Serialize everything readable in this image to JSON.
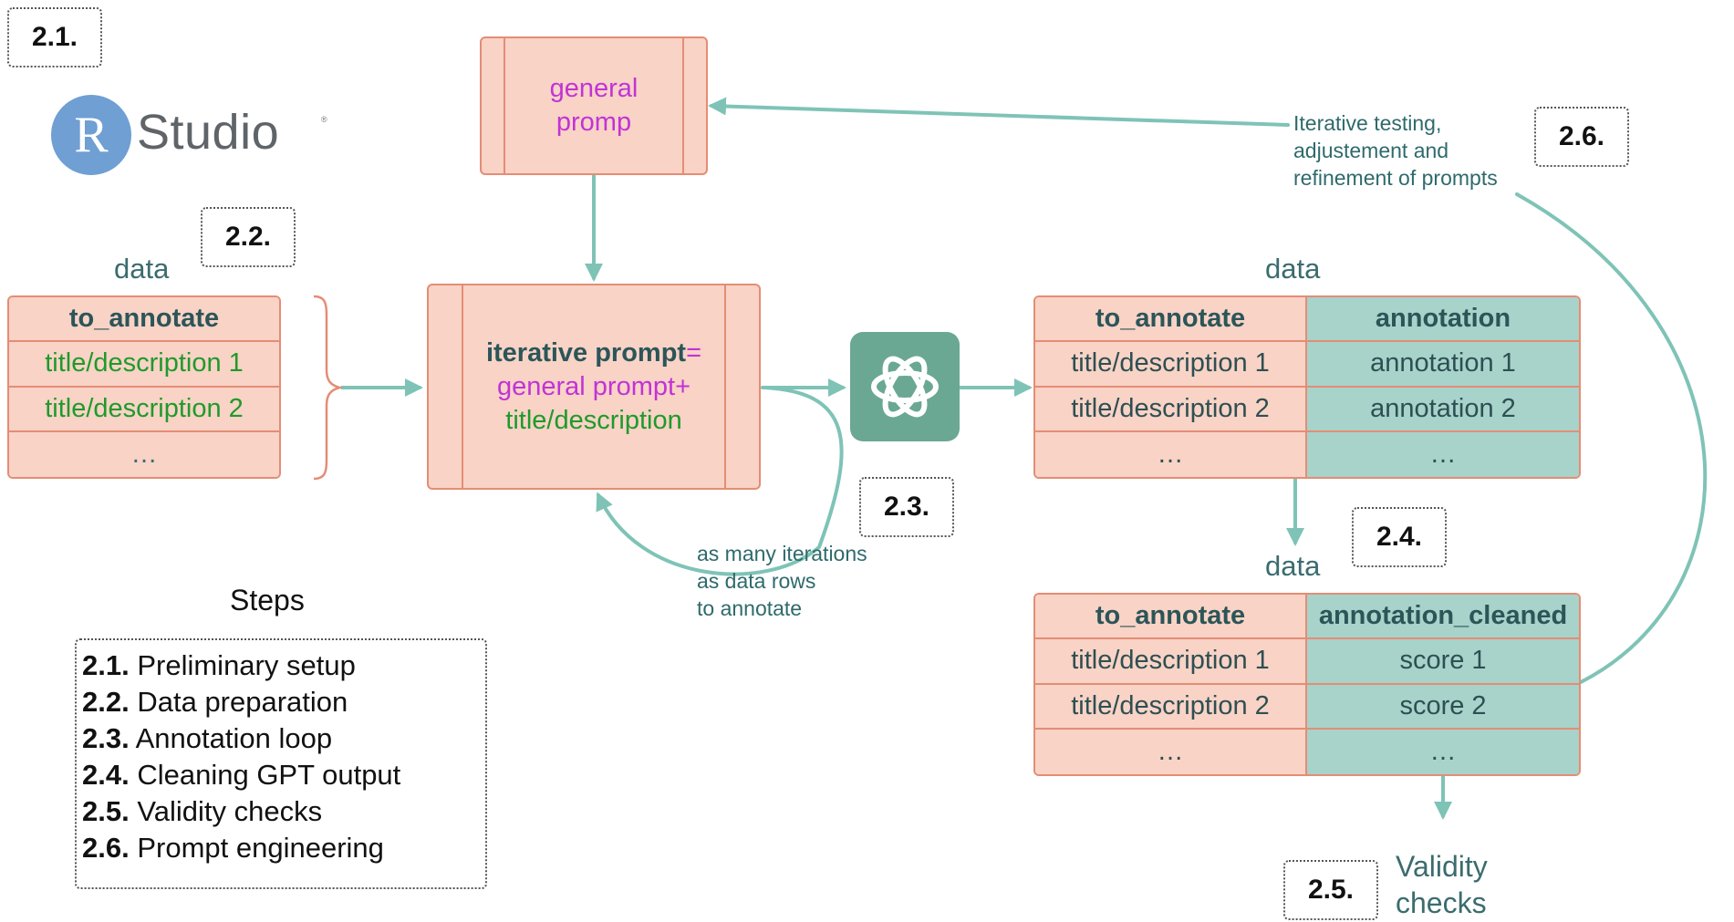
{
  "step_labels": {
    "s21": "2.1.",
    "s22": "2.2.",
    "s23": "2.3.",
    "s24": "2.4.",
    "s25": "2.5.",
    "s26": "2.6."
  },
  "logo": {
    "letter": "R",
    "word": "Studio",
    "mark": "®"
  },
  "general_prompt": {
    "line1": "general",
    "line2": "promp"
  },
  "iterative_prompt": {
    "title": "iterative prompt",
    "eq": "=",
    "general": "general prompt",
    "plus": "+",
    "title_desc": "title/description"
  },
  "data_word": "data",
  "input_table": {
    "header": "to_annotate",
    "rows": [
      "title/description 1",
      "title/description 2",
      "…"
    ]
  },
  "annotated_table": {
    "headers": [
      "to_annotate",
      "annotation"
    ],
    "rows": [
      [
        "title/description 1",
        "annotation 1"
      ],
      [
        "title/description 2",
        "annotation 2"
      ],
      [
        "…",
        "…"
      ]
    ]
  },
  "cleaned_table": {
    "headers": [
      "to_annotate",
      "annotation_cleaned"
    ],
    "rows": [
      [
        "title/description 1",
        "score 1"
      ],
      [
        "title/description 2",
        "score 2"
      ],
      [
        "…",
        "…"
      ]
    ]
  },
  "loop_note": [
    "as many iterations",
    "as data rows",
    "to annotate"
  ],
  "refine_note": [
    "Iterative testing,",
    "adjustement and",
    "refinement of prompts"
  ],
  "validity": [
    "Validity",
    "checks"
  ],
  "steps_title": "Steps",
  "steps": [
    {
      "num": "2.1.",
      "text": "Preliminary setup"
    },
    {
      "num": "2.2.",
      "text": "Data preparation"
    },
    {
      "num": "2.3.",
      "text": "Annotation loop"
    },
    {
      "num": "2.4.",
      "text": "Cleaning GPT output"
    },
    {
      "num": "2.5.",
      "text": "Validity checks"
    },
    {
      "num": "2.6.",
      "text": "Prompt engineering"
    }
  ],
  "colors": {
    "arrow": "#7fc3b7",
    "pink_fill": "#f8d3c6",
    "pink_border": "#e48d75",
    "teal_fill": "#a7d3cb",
    "gpt_tile": "#6aa893",
    "green_text": "#1f9a2b",
    "purple_text": "#c233d6"
  },
  "icons": {
    "gpt": "openai-logo-icon",
    "brace": "curly-brace-icon"
  }
}
